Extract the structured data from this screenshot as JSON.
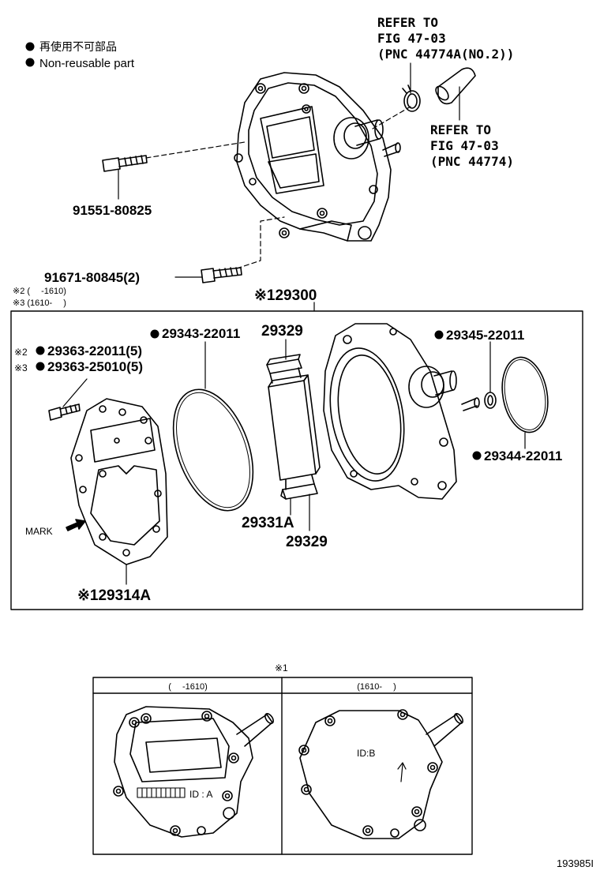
{
  "legend": {
    "line1": "再使用不可部品",
    "line2": "Non-reusable part"
  },
  "refs": {
    "ref1": [
      "REFER TO",
      "FIG 47-03",
      "(PNC 44774A(NO.2))"
    ],
    "ref2": [
      "REFER TO",
      "FIG 47-03",
      "(PNC 44774)"
    ]
  },
  "parts": {
    "bolt1": "91551-80825",
    "bolt2": "91671-80845(2)",
    "assy": "※129300",
    "note2": "※2 (　 -1610)",
    "note3": "※3 (1610-　 )",
    "p29343": "29343-22011",
    "p29329a": "29329",
    "p29345": "29345-22011",
    "p29363a": "29363-22011(5)",
    "p29363b": "29363-25010(5)",
    "p29363a_prefix": "※2",
    "p29363b_prefix": "※3",
    "p29344": "29344-22011",
    "p29331": "29331A",
    "p29329b": "29329",
    "mark": "MARK",
    "p29314": "※129314A"
  },
  "detail": {
    "title": "※1",
    "col1": "(　 -1610)",
    "col2": "(1610-　 )",
    "id_a": "ID : A",
    "id_b": "ID:B"
  },
  "figure_number": "193985I"
}
